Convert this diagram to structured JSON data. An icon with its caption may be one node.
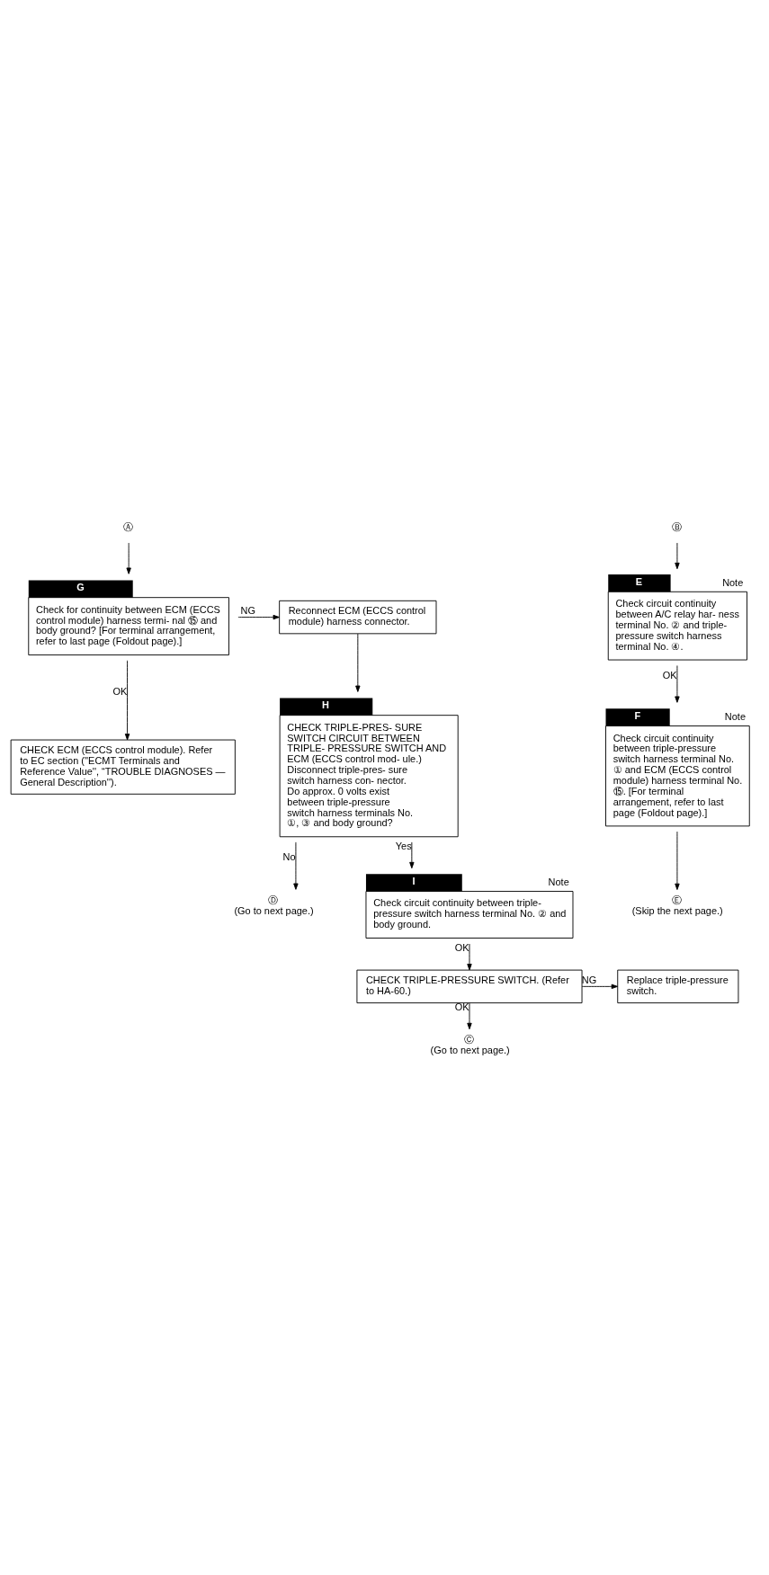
{
  "diagram": {
    "nodes": [
      {
        "text": [
          "Ⓐ"
        ]
      },
      {
        "text": [
          "Ⓑ"
        ]
      },
      {
        "text": [
          "E",
          "Note",
          "Check circuit continuity between A/C relay har- ness terminal No. ② and triple-pressure switch harness terminal No. ④."
        ]
      },
      {
        "text": [
          "F",
          "Note",
          "Check circuit continuity between triple-pressure switch harness terminal No. ① and ECM (ECCS control module) harness terminal No. ⑮. [For terminal arrangement, refer to last page (Foldout page).]"
        ]
      },
      {
        "text": [
          "Ⓔ",
          "(Skip the next page.)"
        ]
      },
      {
        "text": [
          "G",
          "Check for continuity between ECM (ECCS control module) harness termi- nal ⑮ and body ground? [For terminal arrangement, refer to last page (Foldout page).]"
        ]
      },
      {
        "text": [
          "Reconnect ECM (ECCS control module) harness connector."
        ]
      },
      {
        "text": [
          "CHECK ECM (ECCS control module). Refer to EC section (''ECMT Terminals and Reference Value'', “TROUBLE DIAGNOSES — General Description'')."
        ]
      },
      {
        "text": [
          "H",
          "CHECK TRIPLE-PRES- SURE SWITCH CIRCUIT BETWEEN TRIPLE- PRESSURE SWITCH AND ECM (ECCS control mod- ule.) Disconnect triple-pres- sure switch harness con- nector. Do approx. 0 volts exist between triple-pressure switch harness terminals No. ①, ③ and body ground?"
        ]
      },
      {
        "text": [
          "Ⓓ",
          "(Go to next page.)"
        ]
      },
      {
        "text": [
          "I",
          "Note",
          "Check circuit continuity between triple- pressure switch harness terminal No. ② and body ground."
        ]
      },
      {
        "text": [
          "CHECK TRIPLE-PRESSURE SWITCH. (Refer to HA-60.)"
        ]
      },
      {
        "text": [
          "Replace triple-pressure switch."
        ]
      },
      {
        "text": [
          "Ⓒ",
          "(Go to next page.)"
        ]
      }
    ],
    "edges": [
      {
        "from": 1,
        "to": 2,
        "arrow": "to"
      },
      {
        "from": 2,
        "to": 3,
        "arrow": "to",
        "label": "OK"
      },
      {
        "from": 3,
        "to": 4,
        "arrow": "to"
      },
      {
        "from": 0,
        "to": 5,
        "arrow": "to"
      },
      {
        "from": 5,
        "to": 6,
        "arrow": "to",
        "label": "NG"
      },
      {
        "from": 5,
        "to": 7,
        "arrow": "to",
        "label": "OK"
      },
      {
        "from": 6,
        "to": 8,
        "arrow": "to"
      },
      {
        "from": 8,
        "to": 10,
        "arrow": "to",
        "label": "Yes"
      },
      {
        "from": 8,
        "to": 9,
        "arrow": "to",
        "label": "No"
      },
      {
        "from": 10,
        "to": 11,
        "arrow": "to",
        "label": "OK"
      },
      {
        "from": 11,
        "to": 12,
        "arrow": "to",
        "label": "NG"
      },
      {
        "from": 11,
        "to": 13,
        "arrow": "to",
        "label": "OK"
      }
    ]
  }
}
